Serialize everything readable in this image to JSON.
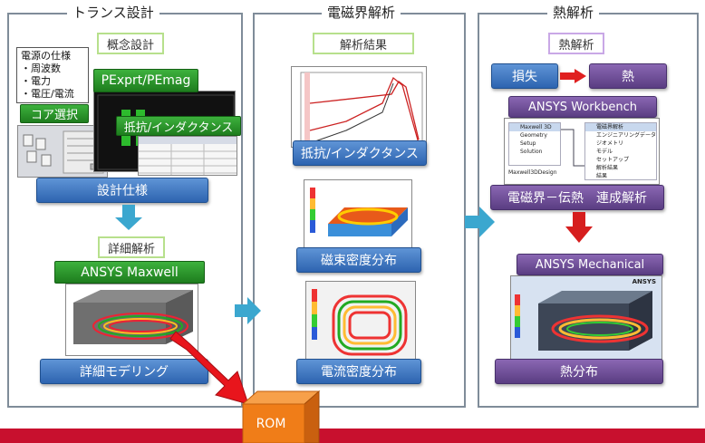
{
  "panels": {
    "transformer": {
      "title": "トランス設計"
    },
    "em": {
      "title": "電磁界解析"
    },
    "thermal": {
      "title": "熱解析"
    }
  },
  "transformer": {
    "concept_label": "概念設計",
    "spec_title": "電源の仕様",
    "spec_items": [
      "・周波数",
      "・電力",
      "・電圧/電流"
    ],
    "core_button": "コア選択",
    "pexprt_button": "PExprt/PEmag",
    "resistance_button": "抵抗/インダクタンス",
    "design_spec_button": "設計仕様",
    "detail_label": "詳細解析",
    "maxwell_button": "ANSYS Maxwell",
    "modeling_button": "詳細モデリング"
  },
  "em": {
    "result_label": "解析結果",
    "resistance_button": "抵抗/インダクタンス",
    "flux_button": "磁束密度分布",
    "current_button": "電流密度分布"
  },
  "thermal": {
    "heat_label": "熱解析",
    "loss_button": "損失",
    "heat_button": "熱",
    "workbench_button": "ANSYS Workbench",
    "wb_rows": [
      "Maxwell 3D",
      "Geometry",
      "Setup",
      "Solution",
      "Maxwell3DDesign"
    ],
    "wb_rows2": [
      "電磁界解析",
      "エンジニアリングデータ",
      "ジオメトリ",
      "モデル",
      "セットアップ",
      "解析結果",
      "結果"
    ],
    "coupled_button": "電磁界－伝熱　連成解析",
    "mechanical_button": "ANSYS Mechanical",
    "ansys_logo": "ANSYS",
    "distribution_button": "熱分布"
  },
  "rom": {
    "label": "ROM"
  },
  "colors": {
    "blue": "#2d64b0",
    "green": "#1e7d1e",
    "purple": "#5a3d82",
    "red": "#c8102e",
    "orange": "#f07d18",
    "panel_border": "#7f8c99"
  }
}
